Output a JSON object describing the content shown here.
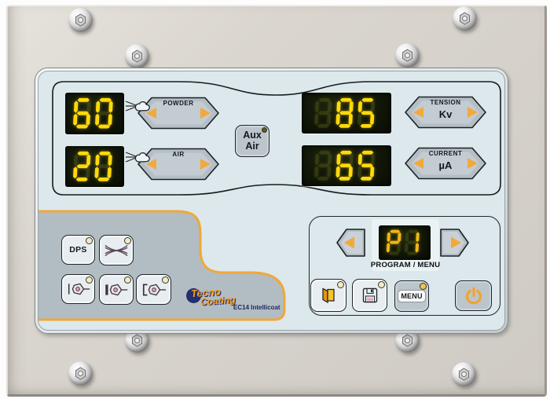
{
  "brand": {
    "line1": "Tecno",
    "line2": "Coating",
    "model": "EC14 Intellicoat"
  },
  "displays": {
    "powder": {
      "value": "60",
      "slots": 2,
      "color": "#ffd90a"
    },
    "air": {
      "value": "20",
      "slots": 2,
      "color": "#ffd90a"
    },
    "tension": {
      "value": " 85",
      "slots": 3,
      "color": "#ffd90a"
    },
    "current": {
      "value": " 65",
      "slots": 3,
      "color": "#ffd90a"
    },
    "program": {
      "value": "P1",
      "slots": 2,
      "color": "#f2b512"
    }
  },
  "controls": {
    "powder": {
      "label": "POWDER"
    },
    "air": {
      "label": "AIR"
    },
    "tension": {
      "label": "TENSION",
      "unit": "Kv"
    },
    "current": {
      "label": "CURRENT",
      "unit": "µA"
    },
    "aux_air": {
      "line1": "Aux",
      "line2": "Air"
    }
  },
  "keys": {
    "dps": "DPS",
    "menu": "MENU"
  },
  "program_section": {
    "label": "PROGRAM / MENU"
  },
  "colors": {
    "accent_orange": "#f2a93b",
    "digit_yellow": "#ffd90a",
    "panel_blue": "#dce8ec",
    "zone_gray": "#b2bcc3",
    "brand_navy": "#232f6e"
  }
}
